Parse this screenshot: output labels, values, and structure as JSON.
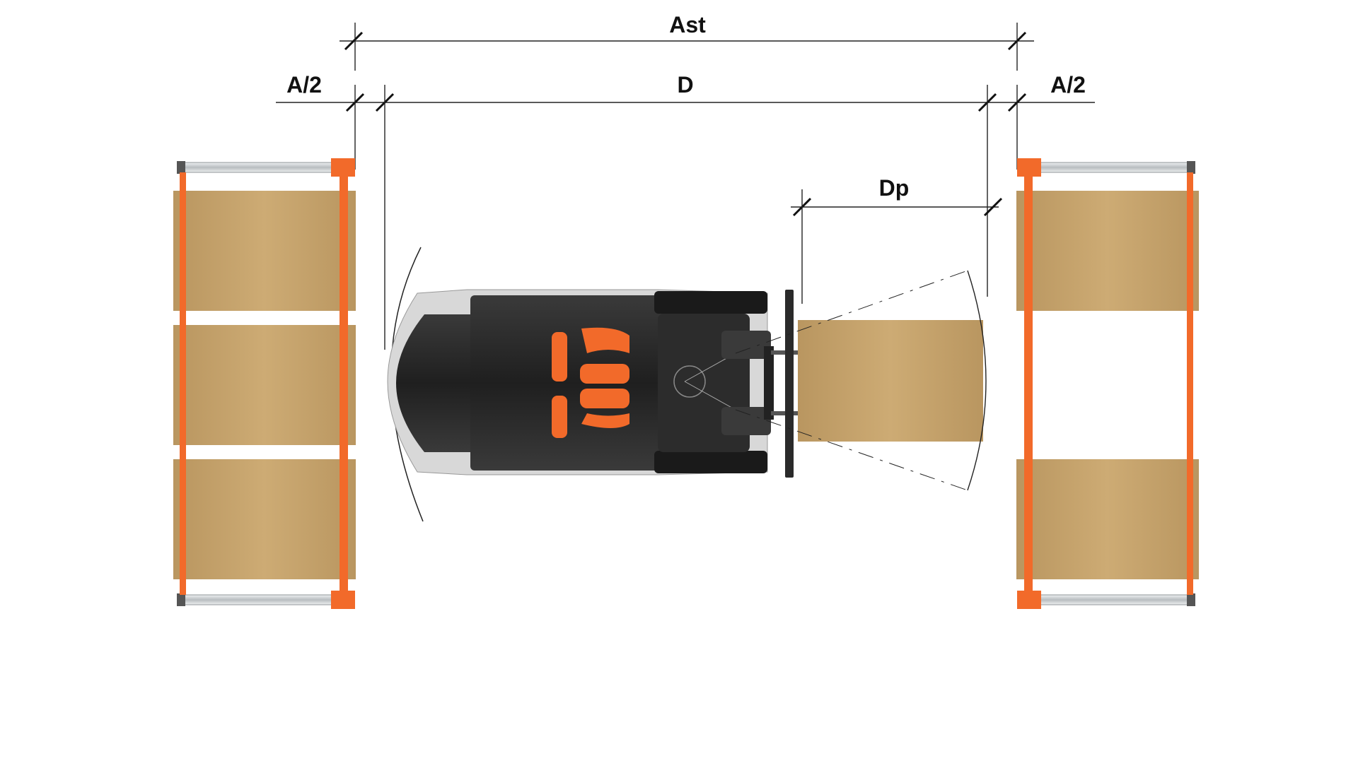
{
  "dimensions": {
    "ast": "Ast",
    "a_half_left": "A/2",
    "d": "D",
    "a_half_right": "A/2",
    "dp": "Dp"
  },
  "colors": {
    "rack_upright": "#f26a2a",
    "rack_beam": "#d0d4d6",
    "pallet_load": "#c6a56e",
    "forklift_body": "#2a2a2a",
    "forklift_seat": "#f26a2a",
    "dimension_line": "#222222"
  },
  "icons": {
    "forklift": "forklift-top-view-icon",
    "rack": "pallet-rack-icon"
  }
}
